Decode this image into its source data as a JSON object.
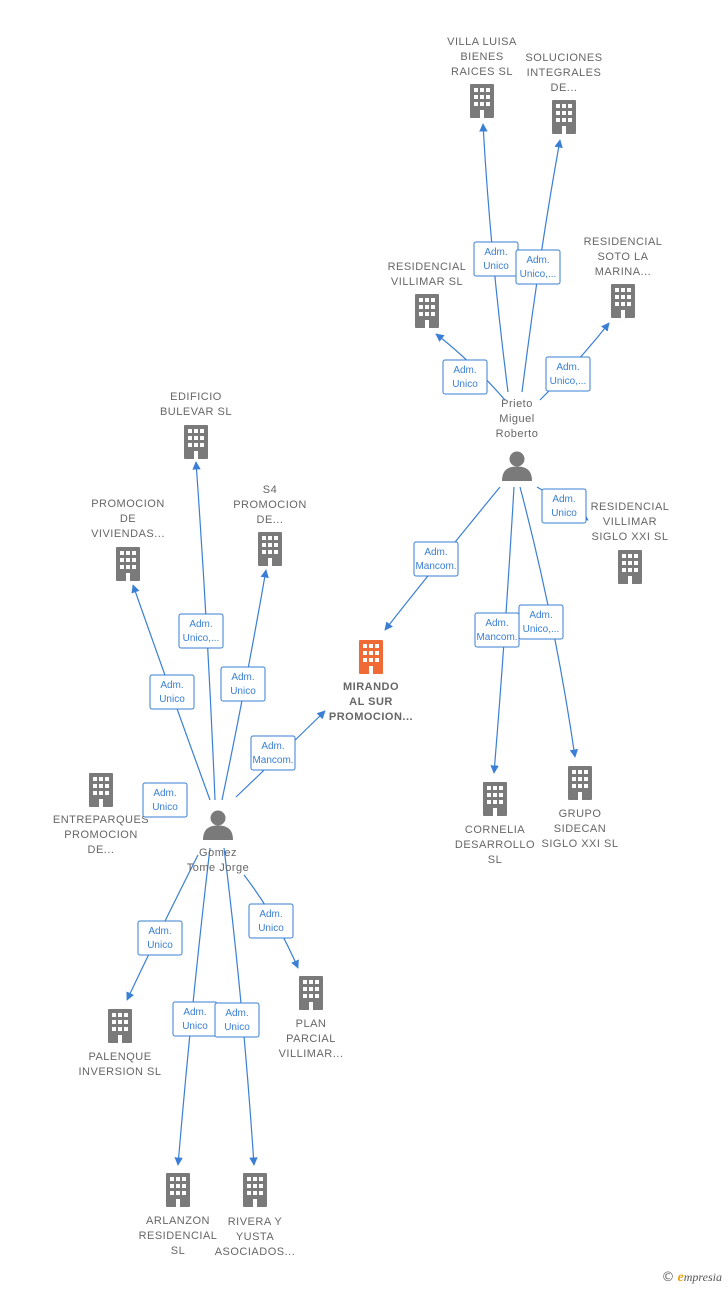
{
  "colors": {
    "edge": "#3a7fd5",
    "building": "#7a7a7a",
    "building_main": "#f06a35",
    "person": "#7a7a7a",
    "label": "#666666"
  },
  "nodes": [
    {
      "id": "mirando",
      "type": "building",
      "main": true,
      "label": [
        "MIRANDO",
        "AL SUR",
        "PROMOCION..."
      ]
    },
    {
      "id": "prieto",
      "type": "person",
      "label": [
        "Prieto",
        "Miguel",
        "Roberto"
      ]
    },
    {
      "id": "gomez",
      "type": "person",
      "label": [
        "Gomez",
        "Tome Jorge"
      ]
    },
    {
      "id": "villaluisa",
      "type": "building",
      "label": [
        "VILLA LUISA",
        "BIENES",
        "RAICES  SL"
      ]
    },
    {
      "id": "soluciones",
      "type": "building",
      "label": [
        "SOLUCIONES",
        "INTEGRALES",
        "DE..."
      ]
    },
    {
      "id": "resvillimar",
      "type": "building",
      "label": [
        "RESIDENCIAL",
        "VILLIMAR  SL"
      ]
    },
    {
      "id": "sotomarina",
      "type": "building",
      "label": [
        "RESIDENCIAL",
        "SOTO LA",
        "MARINA..."
      ]
    },
    {
      "id": "siglo",
      "type": "building",
      "label": [
        "RESIDENCIAL",
        "VILLIMAR",
        "SIGLO XXI  SL"
      ]
    },
    {
      "id": "cornelia",
      "type": "building",
      "label": [
        "CORNELIA",
        "DESARROLLO",
        "SL"
      ]
    },
    {
      "id": "sidecan",
      "type": "building",
      "label": [
        "GRUPO",
        "SIDECAN",
        "SIGLO XXI  SL"
      ]
    },
    {
      "id": "bulevar",
      "type": "building",
      "label": [
        "EDIFICIO",
        "BULEVAR  SL"
      ]
    },
    {
      "id": "viviendas",
      "type": "building",
      "label": [
        "PROMOCION",
        "DE",
        "VIVIENDAS..."
      ]
    },
    {
      "id": "s4",
      "type": "building",
      "label": [
        "S4",
        "PROMOCION",
        "DE..."
      ]
    },
    {
      "id": "entreparques",
      "type": "building",
      "label": [
        "ENTREPARQUES",
        "PROMOCION",
        "DE..."
      ]
    },
    {
      "id": "palenque",
      "type": "building",
      "label": [
        "PALENQUE",
        "INVERSION SL"
      ]
    },
    {
      "id": "plan",
      "type": "building",
      "label": [
        "PLAN",
        "PARCIAL",
        "VILLIMAR..."
      ]
    },
    {
      "id": "arlanzon",
      "type": "building",
      "label": [
        "ARLANZON",
        "RESIDENCIAL",
        "SL"
      ]
    },
    {
      "id": "rivera",
      "type": "building",
      "label": [
        "RIVERA Y",
        "YUSTA",
        "ASOCIADOS..."
      ]
    }
  ],
  "edges": [
    {
      "from": "prieto",
      "to": "villaluisa",
      "label": [
        "Adm.",
        "Unico"
      ]
    },
    {
      "from": "prieto",
      "to": "soluciones",
      "label": [
        "Adm.",
        "Unico,..."
      ]
    },
    {
      "from": "prieto",
      "to": "resvillimar",
      "label": [
        "Adm.",
        "Unico"
      ]
    },
    {
      "from": "prieto",
      "to": "sotomarina",
      "label": [
        "Adm.",
        "Unico,..."
      ]
    },
    {
      "from": "prieto",
      "to": "siglo",
      "label": [
        "Adm.",
        "Unico"
      ]
    },
    {
      "from": "prieto",
      "to": "mirando",
      "label": [
        "Adm.",
        "Mancom."
      ]
    },
    {
      "from": "prieto",
      "to": "cornelia",
      "label": [
        "Adm.",
        "Mancom."
      ]
    },
    {
      "from": "prieto",
      "to": "sidecan",
      "label": [
        "Adm.",
        "Unico,..."
      ]
    },
    {
      "from": "gomez",
      "to": "bulevar",
      "label": [
        "Adm.",
        "Unico,..."
      ]
    },
    {
      "from": "gomez",
      "to": "viviendas",
      "label": [
        "Adm.",
        "Unico"
      ]
    },
    {
      "from": "gomez",
      "to": "s4",
      "label": [
        "Adm.",
        "Unico"
      ]
    },
    {
      "from": "gomez",
      "to": "entreparques",
      "label": [
        "Adm.",
        "Unico"
      ]
    },
    {
      "from": "gomez",
      "to": "mirando",
      "label": [
        "Adm.",
        "Mancom."
      ]
    },
    {
      "from": "gomez",
      "to": "palenque",
      "label": [
        "Adm.",
        "Unico"
      ]
    },
    {
      "from": "gomez",
      "to": "plan",
      "label": [
        "Adm.",
        "Unico"
      ]
    },
    {
      "from": "gomez",
      "to": "arlanzon",
      "label": [
        "Adm.",
        "Unico"
      ]
    },
    {
      "from": "gomez",
      "to": "rivera",
      "label": [
        "Adm.",
        "Unico"
      ]
    }
  ],
  "footer": {
    "copyright": "©",
    "brand_initial": "e",
    "brand_rest": "mpresia"
  }
}
